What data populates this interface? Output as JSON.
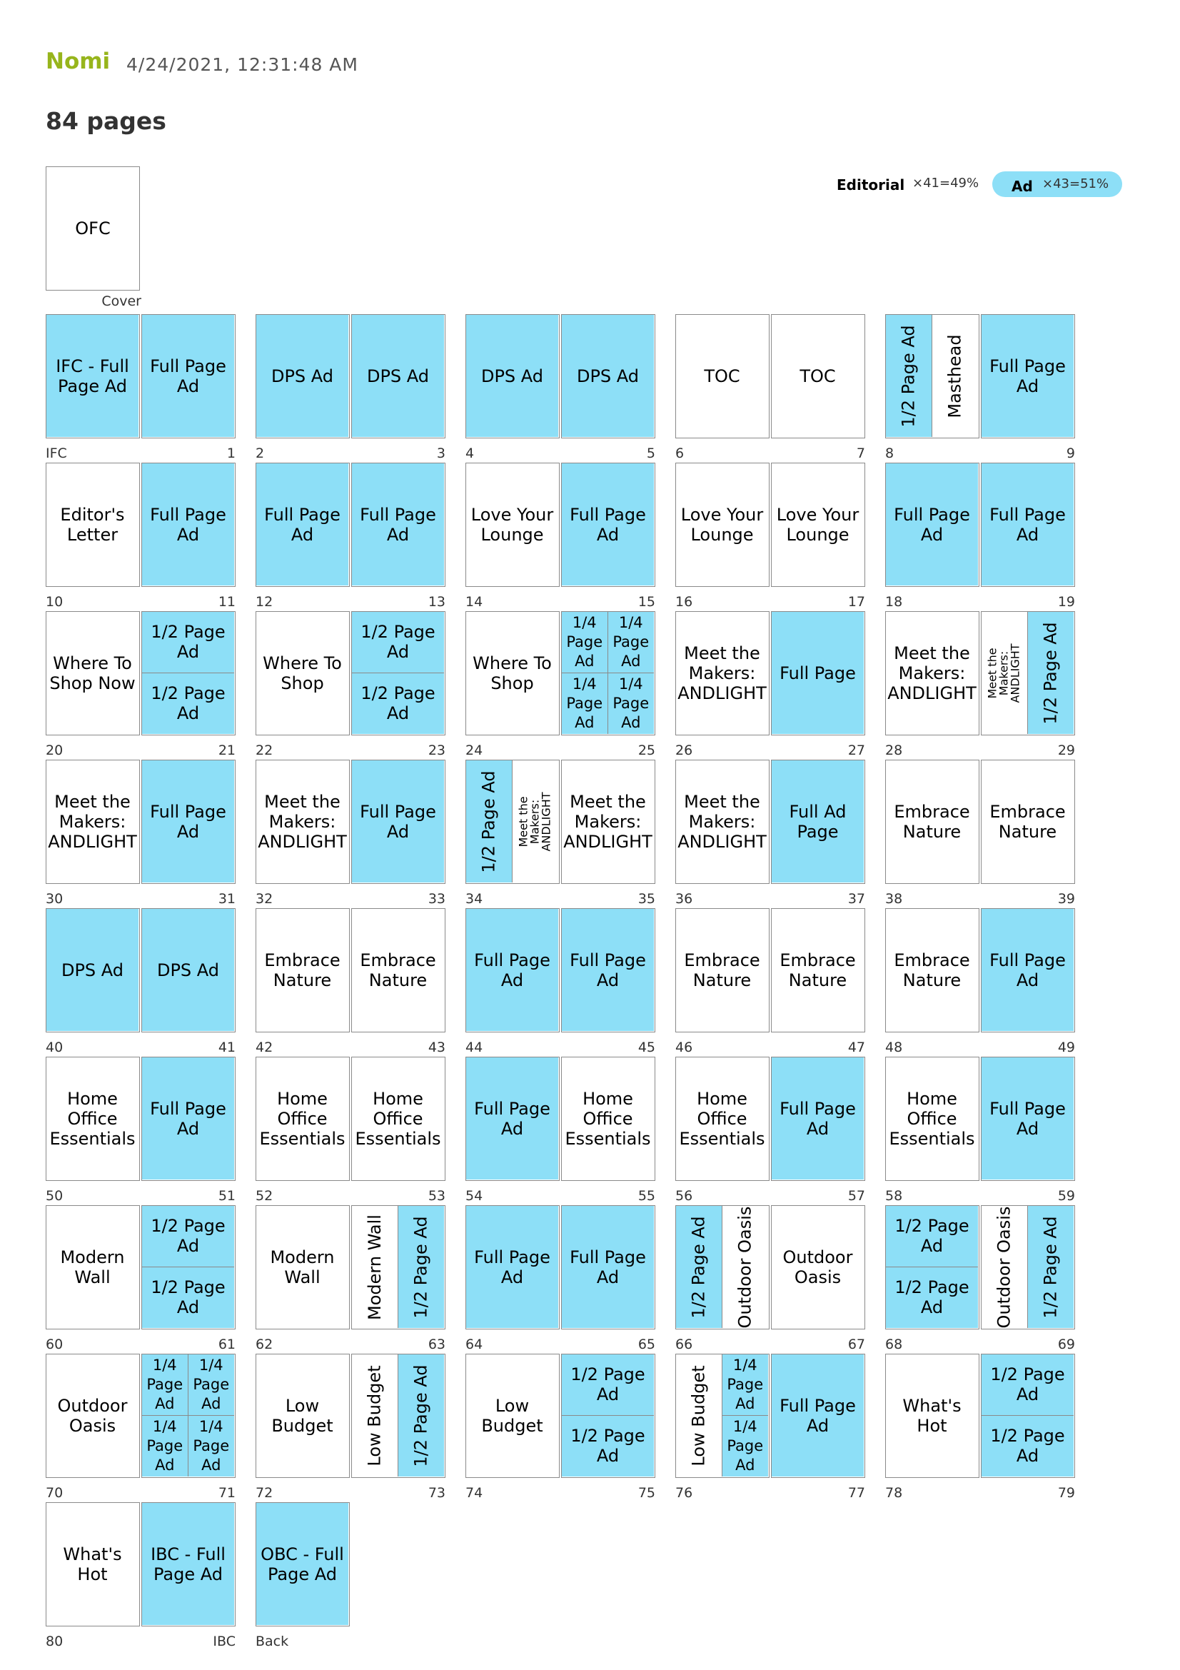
{
  "header": {
    "brand": "Nomi",
    "timestamp": "4/24/2021, 12:31:48 AM",
    "page_count": "84 pages"
  },
  "legend": {
    "editorial": {
      "label": "Editorial",
      "stat": "×41=49%"
    },
    "ad": {
      "label": "Ad",
      "stat": "×43=51%"
    }
  },
  "colors": {
    "ad": "#8ddff7",
    "editorial": "#ffffff",
    "brand": "#97b51c"
  },
  "cover": {
    "label": "OFC",
    "caption": "Cover"
  },
  "spreads": [
    {
      "l": "IFC",
      "r": "1",
      "left": [
        {
          "t": "IFC - Full Page Ad",
          "ad": true
        }
      ],
      "right": [
        {
          "t": "Full Page Ad",
          "ad": true
        }
      ]
    },
    {
      "l": "2",
      "r": "3",
      "left": [
        {
          "t": "DPS Ad",
          "ad": true
        }
      ],
      "right": [
        {
          "t": "DPS Ad",
          "ad": true
        }
      ]
    },
    {
      "l": "4",
      "r": "5",
      "left": [
        {
          "t": "DPS Ad",
          "ad": true
        }
      ],
      "right": [
        {
          "t": "DPS Ad",
          "ad": true
        }
      ]
    },
    {
      "l": "6",
      "r": "7",
      "left": [
        {
          "t": "TOC",
          "ad": false
        }
      ],
      "right": [
        {
          "t": "TOC",
          "ad": false
        }
      ]
    },
    {
      "l": "8",
      "r": "9",
      "left": [
        {
          "t": "1/2 Page Ad",
          "ad": true,
          "v": true
        },
        {
          "t": "Masthead",
          "ad": false,
          "v": true
        }
      ],
      "right": [
        {
          "t": "Full Page Ad",
          "ad": true
        }
      ]
    },
    {
      "l": "10",
      "r": "11",
      "left": [
        {
          "t": "Editor's Letter",
          "ad": false
        }
      ],
      "right": [
        {
          "t": "Full Page Ad",
          "ad": true
        }
      ]
    },
    {
      "l": "12",
      "r": "13",
      "left": [
        {
          "t": "Full Page Ad",
          "ad": true
        }
      ],
      "right": [
        {
          "t": "Full Page Ad",
          "ad": true
        }
      ]
    },
    {
      "l": "14",
      "r": "15",
      "left": [
        {
          "t": "Love Your Lounge",
          "ad": false
        }
      ],
      "right": [
        {
          "t": "Full Page Ad",
          "ad": true
        }
      ]
    },
    {
      "l": "16",
      "r": "17",
      "left": [
        {
          "t": "Love Your Lounge",
          "ad": false
        }
      ],
      "right": [
        {
          "t": "Love Your Lounge",
          "ad": false
        }
      ]
    },
    {
      "l": "18",
      "r": "19",
      "left": [
        {
          "t": "Full Page Ad",
          "ad": true
        }
      ],
      "right": [
        {
          "t": "Full Page Ad",
          "ad": true
        }
      ]
    },
    {
      "l": "20",
      "r": "21",
      "left": [
        {
          "t": "Where To Shop Now",
          "ad": false
        }
      ],
      "right": [
        {
          "t": "1/2 Page Ad",
          "ad": true,
          "h": true
        },
        {
          "t": "1/2 Page Ad",
          "ad": true,
          "h": true
        }
      ]
    },
    {
      "l": "22",
      "r": "23",
      "left": [
        {
          "t": "Where To Shop",
          "ad": false
        }
      ],
      "right": [
        {
          "t": "1/2 Page Ad",
          "ad": true,
          "h": true
        },
        {
          "t": "1/2 Page Ad",
          "ad": true,
          "h": true
        }
      ]
    },
    {
      "l": "24",
      "r": "25",
      "left": [
        {
          "t": "Where To Shop",
          "ad": false
        }
      ],
      "right": [
        {
          "t": "1/4 Page Ad",
          "ad": true,
          "q": true
        },
        {
          "t": "1/4 Page Ad",
          "ad": true,
          "q": true
        },
        {
          "t": "1/4 Page Ad",
          "ad": true,
          "q": true
        },
        {
          "t": "1/4 Page Ad",
          "ad": true,
          "q": true
        }
      ]
    },
    {
      "l": "26",
      "r": "27",
      "left": [
        {
          "t": "Meet the Makers: ANDLIGHT",
          "ad": false
        }
      ],
      "right": [
        {
          "t": "Full Page",
          "ad": true
        }
      ]
    },
    {
      "l": "28",
      "r": "29",
      "left": [
        {
          "t": "Meet the Makers: ANDLIGHT",
          "ad": false
        }
      ],
      "right": [
        {
          "t": "Meet the Makers: ANDLIGHT",
          "ad": false,
          "v": true,
          "small": true
        },
        {
          "t": "1/2 Page Ad",
          "ad": true,
          "v": true
        }
      ]
    },
    {
      "l": "30",
      "r": "31",
      "left": [
        {
          "t": "Meet the Makers: ANDLIGHT",
          "ad": false
        }
      ],
      "right": [
        {
          "t": "Full Page Ad",
          "ad": true
        }
      ]
    },
    {
      "l": "32",
      "r": "33",
      "left": [
        {
          "t": "Meet the Makers: ANDLIGHT",
          "ad": false
        }
      ],
      "right": [
        {
          "t": "Full Page Ad",
          "ad": true
        }
      ]
    },
    {
      "l": "34",
      "r": "35",
      "left": [
        {
          "t": "1/2 Page Ad",
          "ad": true,
          "v": true
        },
        {
          "t": "Meet the Makers: ANDLIGHT",
          "ad": false,
          "v": true,
          "small": true
        }
      ],
      "right": [
        {
          "t": "Meet the Makers: ANDLIGHT",
          "ad": false
        }
      ]
    },
    {
      "l": "36",
      "r": "37",
      "left": [
        {
          "t": "Meet the Makers: ANDLIGHT",
          "ad": false
        }
      ],
      "right": [
        {
          "t": "Full Ad Page",
          "ad": true
        }
      ]
    },
    {
      "l": "38",
      "r": "39",
      "left": [
        {
          "t": "Embrace Nature",
          "ad": false
        }
      ],
      "right": [
        {
          "t": "Embrace Nature",
          "ad": false
        }
      ]
    },
    {
      "l": "40",
      "r": "41",
      "left": [
        {
          "t": "DPS Ad",
          "ad": true
        }
      ],
      "right": [
        {
          "t": "DPS Ad",
          "ad": true
        }
      ]
    },
    {
      "l": "42",
      "r": "43",
      "left": [
        {
          "t": "Embrace Nature",
          "ad": false
        }
      ],
      "right": [
        {
          "t": "Embrace Nature",
          "ad": false
        }
      ]
    },
    {
      "l": "44",
      "r": "45",
      "left": [
        {
          "t": "Full Page Ad",
          "ad": true
        }
      ],
      "right": [
        {
          "t": "Full Page Ad",
          "ad": true
        }
      ]
    },
    {
      "l": "46",
      "r": "47",
      "left": [
        {
          "t": "Embrace Nature",
          "ad": false
        }
      ],
      "right": [
        {
          "t": "Embrace Nature",
          "ad": false
        }
      ]
    },
    {
      "l": "48",
      "r": "49",
      "left": [
        {
          "t": "Embrace Nature",
          "ad": false
        }
      ],
      "right": [
        {
          "t": "Full Page Ad",
          "ad": true
        }
      ]
    },
    {
      "l": "50",
      "r": "51",
      "left": [
        {
          "t": "Home Office Essentials",
          "ad": false
        }
      ],
      "right": [
        {
          "t": "Full Page Ad",
          "ad": true
        }
      ]
    },
    {
      "l": "52",
      "r": "53",
      "left": [
        {
          "t": "Home Office Essentials",
          "ad": false
        }
      ],
      "right": [
        {
          "t": "Home Office Essentials",
          "ad": false
        }
      ]
    },
    {
      "l": "54",
      "r": "55",
      "left": [
        {
          "t": "Full Page Ad",
          "ad": true
        }
      ],
      "right": [
        {
          "t": "Home Office Essentials",
          "ad": false
        }
      ]
    },
    {
      "l": "56",
      "r": "57",
      "left": [
        {
          "t": "Home Office Essentials",
          "ad": false
        }
      ],
      "right": [
        {
          "t": "Full Page Ad",
          "ad": true
        }
      ]
    },
    {
      "l": "58",
      "r": "59",
      "left": [
        {
          "t": "Home Office Essentials",
          "ad": false
        }
      ],
      "right": [
        {
          "t": "Full Page Ad",
          "ad": true
        }
      ]
    },
    {
      "l": "60",
      "r": "61",
      "left": [
        {
          "t": "Modern Wall",
          "ad": false
        }
      ],
      "right": [
        {
          "t": "1/2 Page Ad",
          "ad": true,
          "h": true
        },
        {
          "t": "1/2 Page Ad",
          "ad": true,
          "h": true
        }
      ]
    },
    {
      "l": "62",
      "r": "63",
      "left": [
        {
          "t": "Modern Wall",
          "ad": false
        }
      ],
      "right": [
        {
          "t": "Modern Wall",
          "ad": false,
          "v": true
        },
        {
          "t": "1/2 Page Ad",
          "ad": true,
          "v": true
        }
      ]
    },
    {
      "l": "64",
      "r": "65",
      "left": [
        {
          "t": "Full Page Ad",
          "ad": true
        }
      ],
      "right": [
        {
          "t": "Full Page Ad",
          "ad": true
        }
      ]
    },
    {
      "l": "66",
      "r": "67",
      "left": [
        {
          "t": "1/2 Page Ad",
          "ad": true,
          "v": true
        },
        {
          "t": "Outdoor Oasis",
          "ad": false,
          "v": true
        }
      ],
      "right": [
        {
          "t": "Outdoor Oasis",
          "ad": false
        }
      ]
    },
    {
      "l": "68",
      "r": "69",
      "left": [
        {
          "t": "1/2 Page Ad",
          "ad": true,
          "h": true
        },
        {
          "t": "1/2 Page Ad",
          "ad": true,
          "h": true
        }
      ],
      "right": [
        {
          "t": "Outdoor Oasis",
          "ad": false,
          "v": true
        },
        {
          "t": "1/2 Page Ad",
          "ad": true,
          "v": true
        }
      ]
    },
    {
      "l": "70",
      "r": "71",
      "left": [
        {
          "t": "Outdoor Oasis",
          "ad": false
        }
      ],
      "right": [
        {
          "t": "1/4 Page Ad",
          "ad": true,
          "q": true
        },
        {
          "t": "1/4 Page Ad",
          "ad": true,
          "q": true
        },
        {
          "t": "1/4 Page Ad",
          "ad": true,
          "q": true
        },
        {
          "t": "1/4 Page Ad",
          "ad": true,
          "q": true
        }
      ]
    },
    {
      "l": "72",
      "r": "73",
      "left": [
        {
          "t": "Low Budget",
          "ad": false
        }
      ],
      "right": [
        {
          "t": "Low Budget",
          "ad": false,
          "v": true
        },
        {
          "t": "1/2 Page Ad",
          "ad": true,
          "v": true
        }
      ]
    },
    {
      "l": "74",
      "r": "75",
      "left": [
        {
          "t": "Low Budget",
          "ad": false
        }
      ],
      "right": [
        {
          "t": "1/2 Page Ad",
          "ad": true,
          "h": true
        },
        {
          "t": "1/2 Page Ad",
          "ad": true,
          "h": true
        }
      ]
    },
    {
      "l": "76",
      "r": "77",
      "left": [
        {
          "t": "Low Budget",
          "ad": false,
          "v": true
        },
        {
          "t": "1/4 Page Ad",
          "ad": true,
          "hq": true
        },
        {
          "t": "1/4 Page Ad",
          "ad": true,
          "hq": true
        }
      ],
      "right": [
        {
          "t": "Full Page Ad",
          "ad": true
        }
      ]
    },
    {
      "l": "78",
      "r": "79",
      "left": [
        {
          "t": "What's Hot",
          "ad": false
        }
      ],
      "right": [
        {
          "t": "1/2 Page Ad",
          "ad": true,
          "h": true
        },
        {
          "t": "1/2 Page Ad",
          "ad": true,
          "h": true
        }
      ]
    },
    {
      "l": "80",
      "r": "IBC",
      "left": [
        {
          "t": "What's Hot",
          "ad": false
        }
      ],
      "right": [
        {
          "t": "IBC - Full Page Ad",
          "ad": true
        }
      ]
    },
    {
      "l": "Back",
      "r": null,
      "left": [
        {
          "t": "OBC - Full Page Ad",
          "ad": true
        }
      ],
      "right": null
    }
  ]
}
